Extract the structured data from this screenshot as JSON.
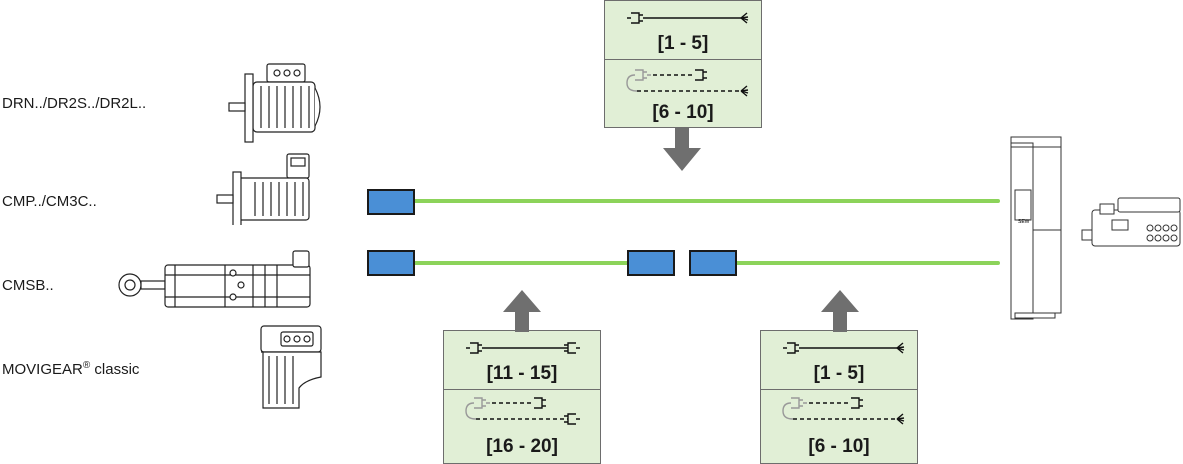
{
  "motors": {
    "drn": "DRN../DR2S../DR2L..",
    "cmp": "CMP../CM3C..",
    "cmsb": "CMSB..",
    "movigear_main": "MOVIGEAR",
    "movigear_sup": "®",
    "movigear_suffix": " classic"
  },
  "boxes": {
    "top": {
      "range_a": "[1 - 5]",
      "range_b": "[6 - 10]"
    },
    "bottom_left": {
      "range_a": "[11 - 15]",
      "range_b": "[16 - 20]"
    },
    "bottom_right": {
      "range_a": "[1 - 5]",
      "range_b": "[6 - 10]"
    }
  },
  "colors": {
    "cable": "#8cd35a",
    "connector": "#4a8fd6",
    "box_fill": "#e1efd6",
    "arrow": "#6f6f6f"
  },
  "inverter_logo": "SEW"
}
